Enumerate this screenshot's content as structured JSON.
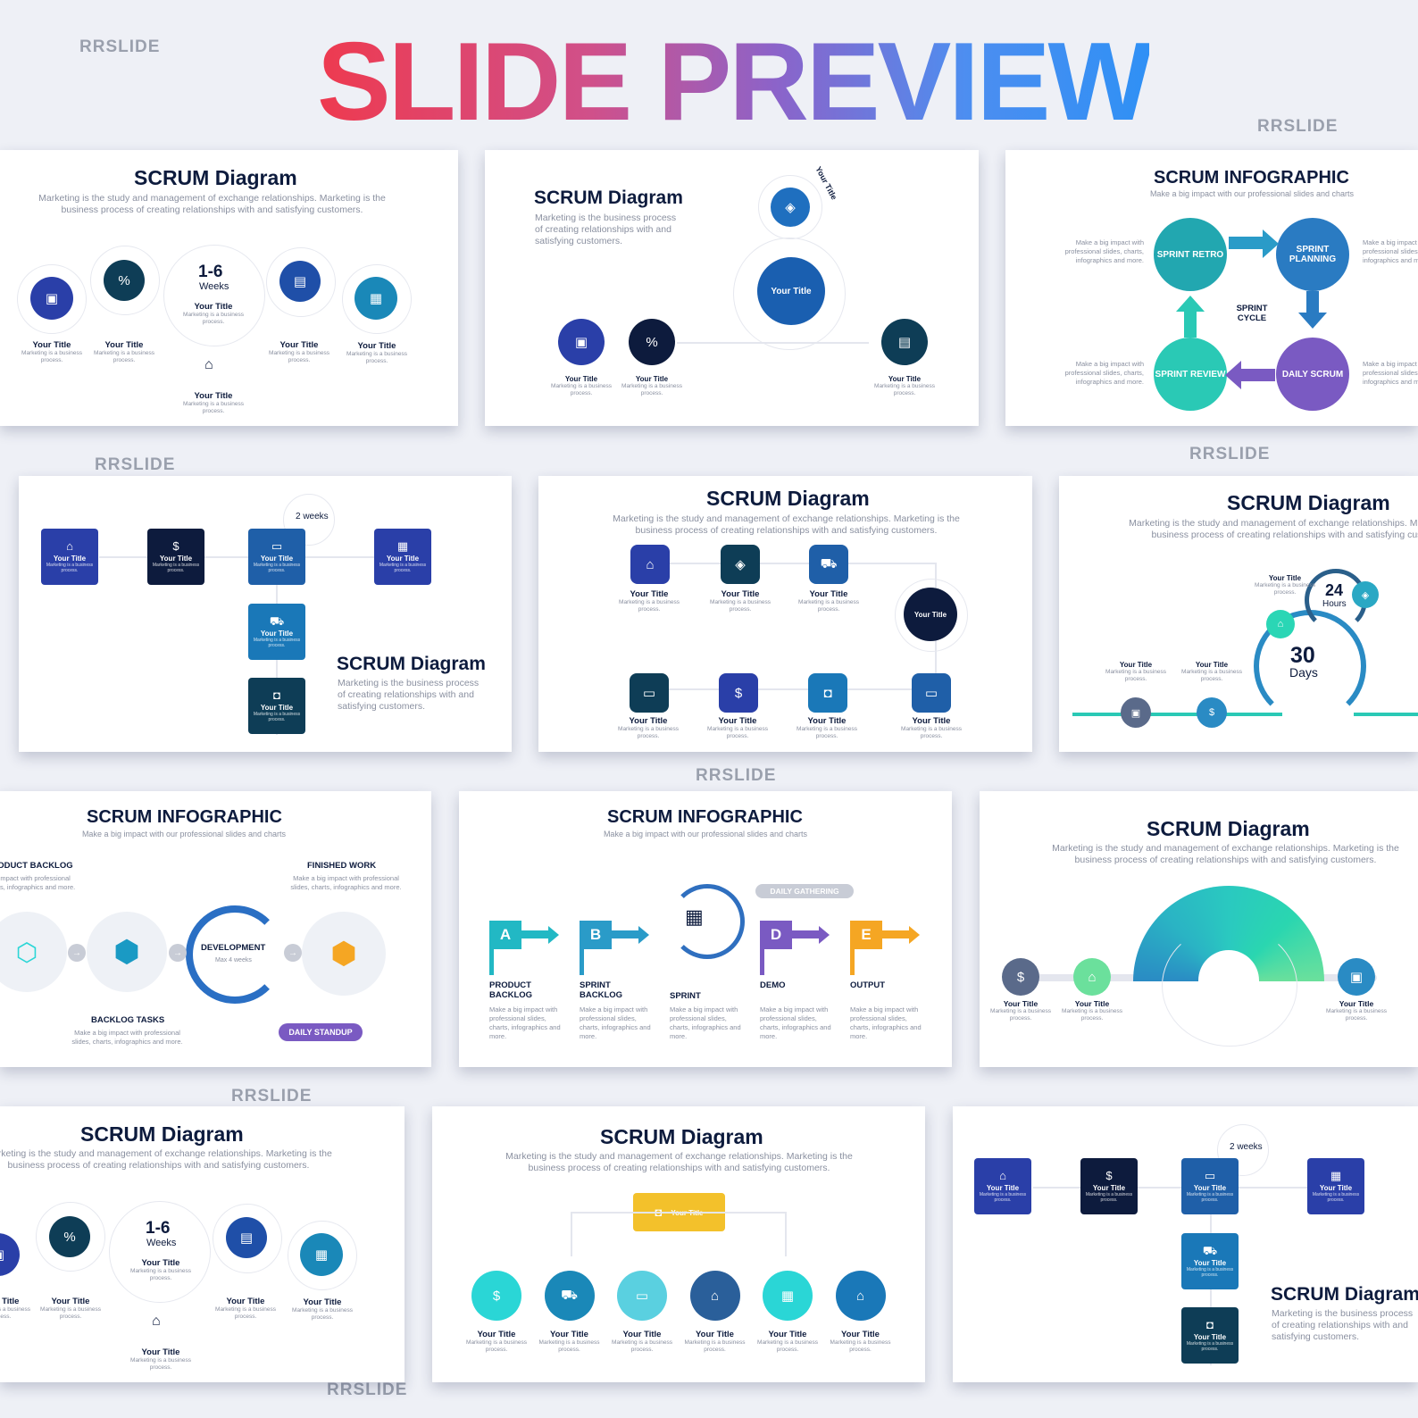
{
  "watermark": "RRSLIDE",
  "header": {
    "title": "SLIDE PREVIEW"
  },
  "common": {
    "scrum_diagram": "SCRUM Diagram",
    "scrum_infographic": "SCRUM INFOGRAPHIC",
    "subtitle_long": "Marketing is the study and management of exchange relationships. Marketing is the business process of creating relationships with and satisfying customers.",
    "subtitle_short": "Marketing is the business process of creating relationships with and satisfying customers.",
    "subtitle_info": "Make a big impact with our professional slides and charts",
    "your_title": "Your Title",
    "item_desc": "Marketing is a business process.",
    "info_desc": "Make a big impact with professional slides, charts, infographics and more.",
    "weeks_range": "1-6",
    "weeks_word": "Weeks",
    "two_weeks": "2 weeks"
  },
  "slide3": {
    "retro": "SPRINT RETRO",
    "planning": "SPRINT PLANNING",
    "cycle": "SPRINT CYCLE",
    "review": "SPRINT REVIEW",
    "daily": "DAILY SCRUM"
  },
  "slide6": {
    "hours_num": "24",
    "hours_word": "Hours",
    "days_num": "30",
    "days_word": "Days"
  },
  "slide7": {
    "backlog": "PRODUCT BACKLOG",
    "finished": "FINISHED WORK",
    "tasks": "BACKLOG TASKS",
    "development": "DEVELOPMENT",
    "max": "Max 4 weeks",
    "standup": "DAILY STANDUP"
  },
  "slide8": {
    "gathering": "DAILY GATHERING",
    "steps": [
      {
        "letter": "A",
        "name": "PRODUCT BACKLOG",
        "color": "#22b8c4"
      },
      {
        "letter": "B",
        "name": "SPRINT BACKLOG",
        "color": "#2a9bc8"
      },
      {
        "letter": "",
        "name": "SPRINT",
        "color": "#2f6fbf"
      },
      {
        "letter": "D",
        "name": "DEMO",
        "color": "#7a5ac2"
      },
      {
        "letter": "E",
        "name": "OUTPUT",
        "color": "#f5a623"
      }
    ]
  },
  "colors": {
    "navy": "#0d1b3d",
    "blue": "#1f4fa8",
    "royal": "#2a3fa8",
    "teal": "#1a88b8",
    "dark_teal": "#0e3d56",
    "cyan": "#2ad6d6",
    "green": "#6be09c",
    "purple": "#7a5ac2",
    "orange": "#f5a623",
    "yellow": "#f3c12b"
  }
}
